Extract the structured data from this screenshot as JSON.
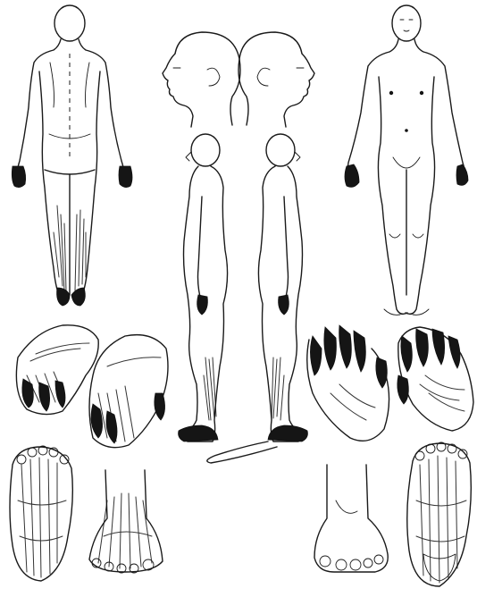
{
  "figure": {
    "views": [
      {
        "id": "body-back",
        "name": "body-back-view"
      },
      {
        "id": "head-right",
        "name": "head-profile-right"
      },
      {
        "id": "head-left",
        "name": "head-profile-left"
      },
      {
        "id": "body-front",
        "name": "body-front-view"
      },
      {
        "id": "side-left",
        "name": "body-side-view-left"
      },
      {
        "id": "side-right",
        "name": "body-side-view-right"
      },
      {
        "id": "hand-dorsal-left",
        "name": "hand-view-1"
      },
      {
        "id": "hand-dorsal-right",
        "name": "hand-view-2"
      },
      {
        "id": "hand-palm-left",
        "name": "hand-view-3"
      },
      {
        "id": "hand-palm-right",
        "name": "hand-view-4"
      },
      {
        "id": "foot-sole-left",
        "name": "foot-sole-view-left"
      },
      {
        "id": "foot-top-left",
        "name": "foot-top-view"
      },
      {
        "id": "foot-front",
        "name": "foot-front-view"
      },
      {
        "id": "foot-sole-right",
        "name": "foot-sole-view-right"
      }
    ],
    "marking_color": "#151515",
    "outline_color": "#1a1a1a"
  }
}
